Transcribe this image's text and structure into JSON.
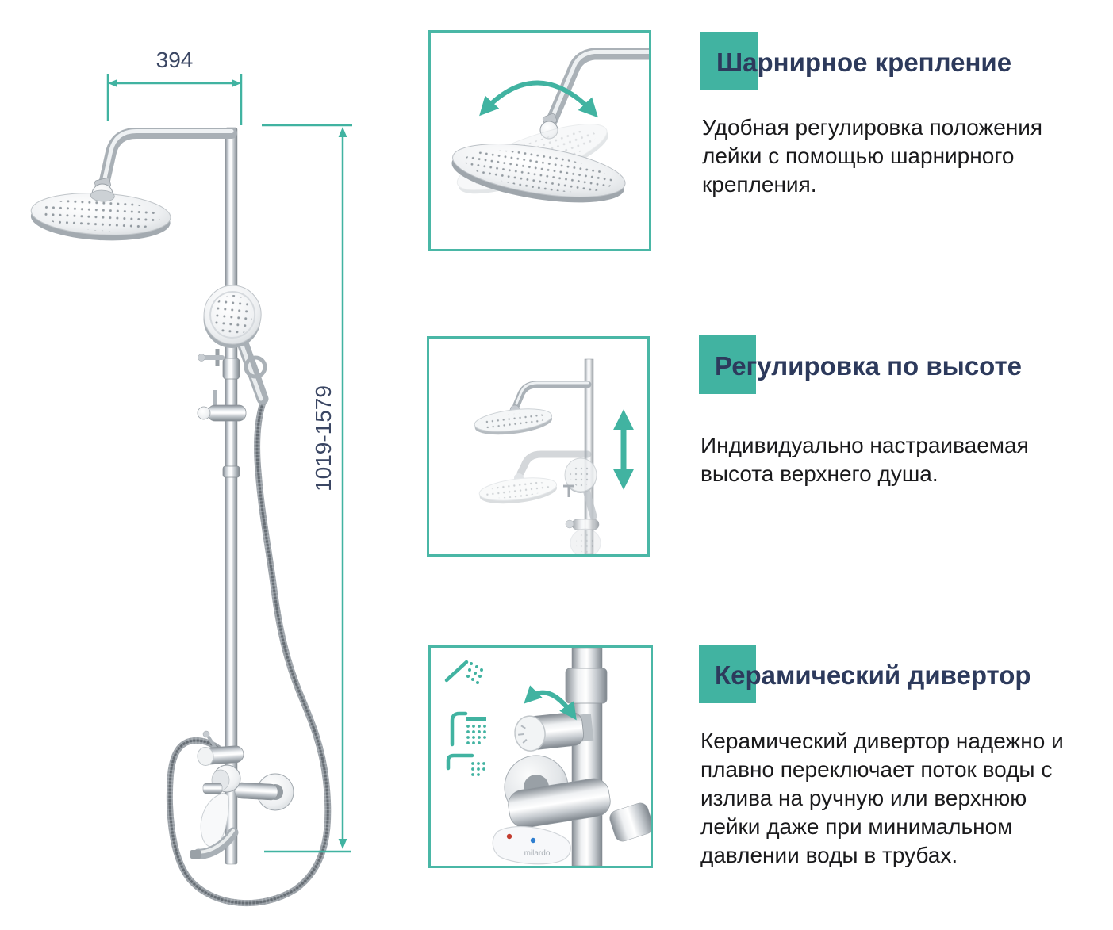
{
  "colors": {
    "accent_teal": "#41b3a1",
    "frame_border_teal": "#4ab7a6",
    "heading_navy": "#2d3a5c",
    "dimension_label_navy": "#3a4663",
    "body_text": "#1a1a1c"
  },
  "dimensions": {
    "width_mm": "394",
    "height_range_mm": "1019-1579"
  },
  "brand": "milardo",
  "features": [
    {
      "title": "Шарнирное крепление",
      "lines": [
        "Удобная регулировка положения",
        "лейки с помощью шарнирного",
        "крепления."
      ],
      "illustration": "swivel-shower-head"
    },
    {
      "title": "Регулировка по высоте",
      "lines": [
        "Индивидуально настраиваемая",
        "высота верхнего душа."
      ],
      "illustration": "height-adjustable-column"
    },
    {
      "title": "Керамический дивертор",
      "lines": [
        "Керамический дивертор надежно и",
        "плавно переключает поток воды с",
        "излива на ручную или верхнюю",
        "лейки даже при минимальном",
        "давлении воды в трубах."
      ],
      "illustration": "ceramic-diverter-closeup"
    }
  ]
}
